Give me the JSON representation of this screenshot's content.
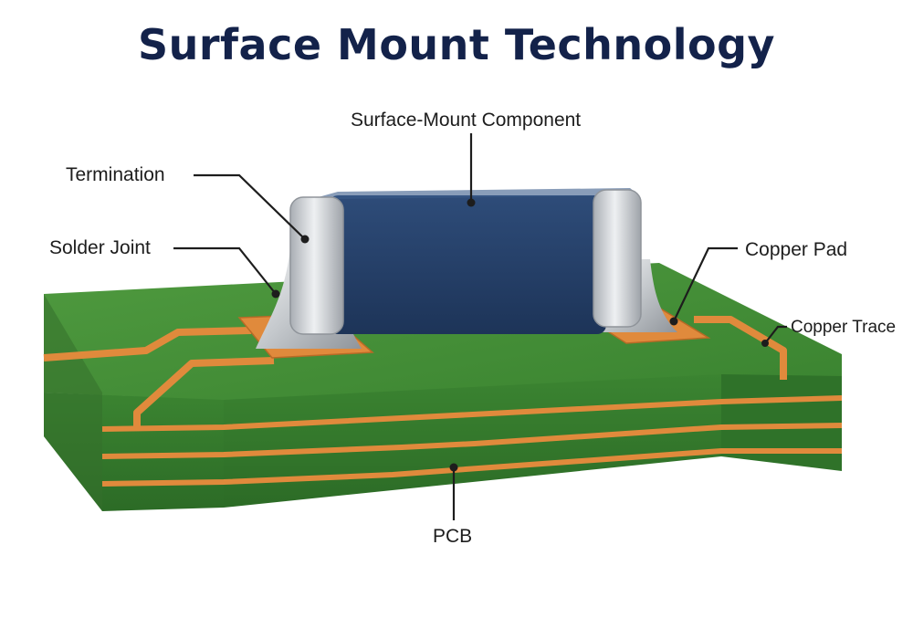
{
  "title": "Surface Mount Technology",
  "labels": {
    "component": "Surface-Mount Component",
    "termination": "Termination",
    "solder_joint": "Solder Joint",
    "copper_pad": "Copper Pad",
    "copper_trace": "Copper Trace",
    "pcb": "PCB"
  },
  "colors": {
    "title": "#13224a",
    "pcb_green": "#3f8a34",
    "pcb_dark": "#2a6624",
    "copper": "#e08a3c",
    "component_body": "#25406a",
    "termination_metal": "#c9cdd2",
    "leader_line": "#1d1d1d"
  }
}
